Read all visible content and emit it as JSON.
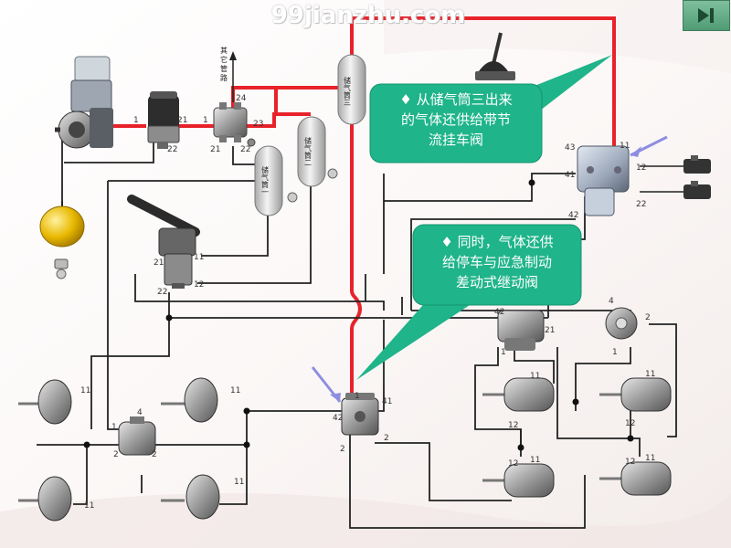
{
  "watermark": "99jianzhu.com",
  "nav_button": {
    "icon": "next-slide-icon",
    "color": "#5aa57f"
  },
  "colors": {
    "air_line": "#e8222a",
    "control_line": "#222222",
    "callout": "#1fb48a"
  },
  "callouts": [
    {
      "bullet": "♦",
      "lines": [
        "从储气筒三出来",
        "的气体还供给带节",
        "流挂车阀"
      ]
    },
    {
      "bullet": "♦",
      "lines": [
        "同时，气体还供",
        "给停车与应急制动",
        "差动式继动阀"
      ]
    }
  ],
  "labels": {
    "other_circuit": [
      "其",
      "它",
      "管",
      "路"
    ],
    "tank_1": "储气筒一",
    "tank_2": "储气筒二",
    "tank_3": "储气筒三"
  },
  "port_numbers": {
    "dryer_in": "1",
    "dryer_out": "21",
    "dryer_drain": "22",
    "valve4_in": "1",
    "valve4_24": "24",
    "valve4_23": "23",
    "valve4_21": "21",
    "valve4_22": "22",
    "brake_21": "21",
    "brake_11": "11",
    "brake_22": "22",
    "brake_12": "12",
    "trailer_43": "43",
    "trailer_11": "11",
    "trailer_41": "41",
    "trailer_12": "12",
    "trailer_22": "22",
    "trailer_42": "42",
    "relay_42": "42",
    "relay_1": "1",
    "relay_41": "41",
    "relay_2": "2",
    "relay_2b": "2",
    "relay2_42": "42",
    "relay2_21": "21",
    "relay2_1": "1",
    "hand_4": "4",
    "hand_2": "2",
    "hand_1": "1",
    "quick_4": "4",
    "quick_1": "1",
    "quick_2a": "2",
    "quick_2b": "2",
    "chamber_11": "11",
    "chamber_12": "12"
  }
}
